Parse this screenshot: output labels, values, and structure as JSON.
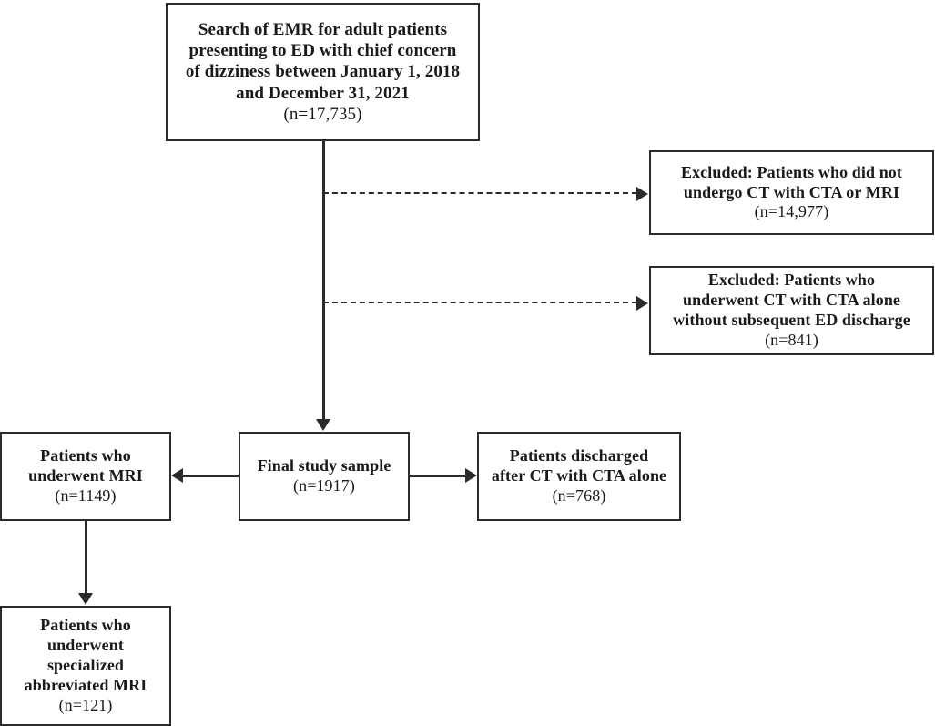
{
  "figure": {
    "type": "flowchart",
    "orientation": "top-down",
    "colors": {
      "stroke": "#2b2b2b",
      "fill": "#ffffff",
      "text": "#1a1a1a"
    }
  },
  "nodes": {
    "source": {
      "lines": [
        "Search of EMR for adult patients",
        "presenting to ED with chief concern",
        "of dizziness between January 1, 2018",
        "and December 31, 2021"
      ],
      "count": "(n=17,735)"
    },
    "excluded_1": {
      "lines": [
        "Excluded: Patients who did not",
        "undergo CT with CTA or MRI"
      ],
      "count": "(n=14,977)"
    },
    "excluded_2": {
      "lines": [
        "Excluded: Patients who",
        "underwent CT with CTA alone",
        "without subsequent ED discharge"
      ],
      "count": "(n=841)"
    },
    "final_sample": {
      "lines": [
        "Final study sample"
      ],
      "count": "(n=1917)"
    },
    "mri": {
      "lines": [
        "Patients who",
        "underwent MRI"
      ],
      "count": "(n=1149)"
    },
    "discharged": {
      "lines": [
        "Patients discharged",
        "after CT with CTA alone"
      ],
      "count": "(n=768)"
    },
    "abbreviated_mri": {
      "lines": [
        "Patients who",
        "underwent",
        "specialized",
        "abbreviated MRI"
      ],
      "count": "(n=121)"
    }
  },
  "connectors": [
    {
      "from": "source",
      "to": "final_sample",
      "style": "solid",
      "direction": "down"
    },
    {
      "from": "source",
      "to": "excluded_1",
      "style": "dashed",
      "direction": "right"
    },
    {
      "from": "source",
      "to": "excluded_2",
      "style": "dashed",
      "direction": "right"
    },
    {
      "from": "final_sample",
      "to": "mri",
      "style": "solid",
      "direction": "left"
    },
    {
      "from": "final_sample",
      "to": "discharged",
      "style": "solid",
      "direction": "right"
    },
    {
      "from": "mri",
      "to": "abbreviated_mri",
      "style": "solid",
      "direction": "down"
    }
  ]
}
